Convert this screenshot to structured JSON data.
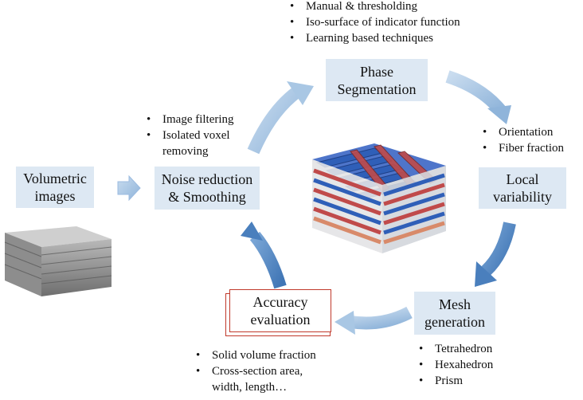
{
  "boxes": {
    "volumetric": [
      "Volumetric",
      "images"
    ],
    "noise": [
      "Noise reduction",
      "& Smoothing"
    ],
    "phase": [
      "Phase",
      "Segmentation"
    ],
    "local": [
      "Local",
      "variability"
    ],
    "mesh": [
      "Mesh",
      "generation"
    ],
    "accuracy": [
      "Accuracy",
      "evaluation"
    ]
  },
  "bullets": {
    "phase": [
      "Manual & thresholding",
      "Iso-surface of indicator function",
      "Learning based techniques"
    ],
    "noise": [
      "Image filtering",
      "Isolated voxel",
      "removing"
    ],
    "local": [
      "Orientation",
      "Fiber fraction"
    ],
    "mesh": [
      "Tetrahedron",
      "Hexahedron",
      "Prism"
    ],
    "accuracy": [
      "Solid volume fraction",
      "Cross-section area,",
      "width, length…"
    ]
  },
  "colors": {
    "box_fill": "#dde8f3",
    "arrow_light": "#a9c7e4",
    "arrow_dark": "#5b8fc7",
    "accuracy_border": "#c0392b",
    "fiber_blue": "#2f5fb8",
    "fiber_red": "#c04a4a"
  }
}
